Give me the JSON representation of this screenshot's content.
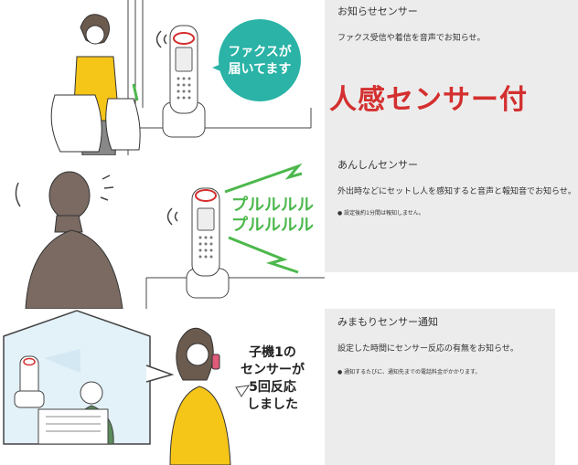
{
  "headline": "人感センサー付",
  "sections": [
    {
      "title": "お知らせセンサー",
      "body": "ファクス受信や着信を音声でお知らせ。",
      "bubble": [
        "ファクスが",
        "届いてます"
      ]
    },
    {
      "title": "あんしんセンサー",
      "body": "外出時などにセットし人を感知すると音声と報知音でお知らせ。",
      "note": "● 設定後約1分間は報知しません。",
      "sound": [
        "プルルルル",
        "プルルルル"
      ]
    },
    {
      "title": "みまもりセンサー通知",
      "body": "設定した時間にセンサー反応の有無をお知らせ。",
      "note": "● 通知するたびに、通知先までの電話料金がかかります。",
      "bubble": [
        "子機1の",
        "センサーが",
        "5回反応",
        "しました"
      ]
    }
  ],
  "colors": {
    "accent": "#d42f2f",
    "teal": "#2ab3a6",
    "green": "#4cb84c",
    "yellow": "#f5c518",
    "panel_gray": "#ececec"
  }
}
